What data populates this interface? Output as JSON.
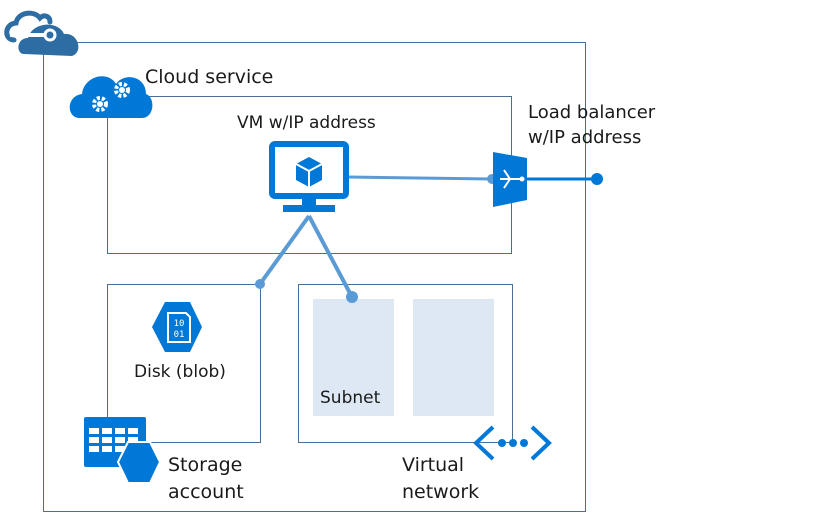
{
  "diagram": {
    "title_icon": "azure-cloud-icon",
    "cloud_service": {
      "label": "Cloud service",
      "icon": "cloud-gears-icon"
    },
    "vm": {
      "label": "VM w/IP address",
      "icon": "virtual-machine-monitor-icon"
    },
    "load_balancer": {
      "label_line1": "Load balancer",
      "label_line2": "w/IP address",
      "icon": "load-balancer-icon"
    },
    "disk": {
      "label": "Disk (blob)",
      "icon": "disk-blob-icon",
      "glyph_line1": "10",
      "glyph_line2": "01"
    },
    "storage_account": {
      "label_line1": "Storage",
      "label_line2": "account",
      "icon": "storage-table-icon"
    },
    "virtual_network": {
      "label_line1": "Virtual",
      "label_line2": "network",
      "icon": "virtual-network-icon"
    },
    "subnets": [
      {
        "label": "Subnet"
      },
      {
        "label": ""
      }
    ],
    "colors": {
      "primary_blue": "#0078d7",
      "dark_blue": "#2e6da4",
      "connector_blue": "#5b9bd5",
      "border": "#4a6f96",
      "subnet_fill": "#dde8f4"
    }
  }
}
